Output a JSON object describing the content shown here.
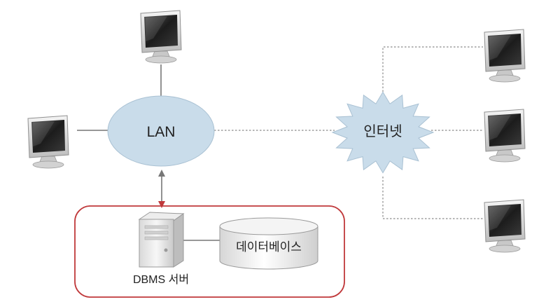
{
  "labels": {
    "lan": "LAN",
    "internet": "인터넷",
    "database": "데이터베이스",
    "server": "DBMS 서버"
  },
  "colors": {
    "cloud_fill": "#c9dcea",
    "server_box_border": "#c0393b",
    "connector_solid": "#777777",
    "connector_dotted": "#8a8a8a"
  },
  "icons": [
    "monitor-icon",
    "server-tower-icon",
    "database-cylinder-icon",
    "cloud-icon",
    "starburst-icon"
  ]
}
